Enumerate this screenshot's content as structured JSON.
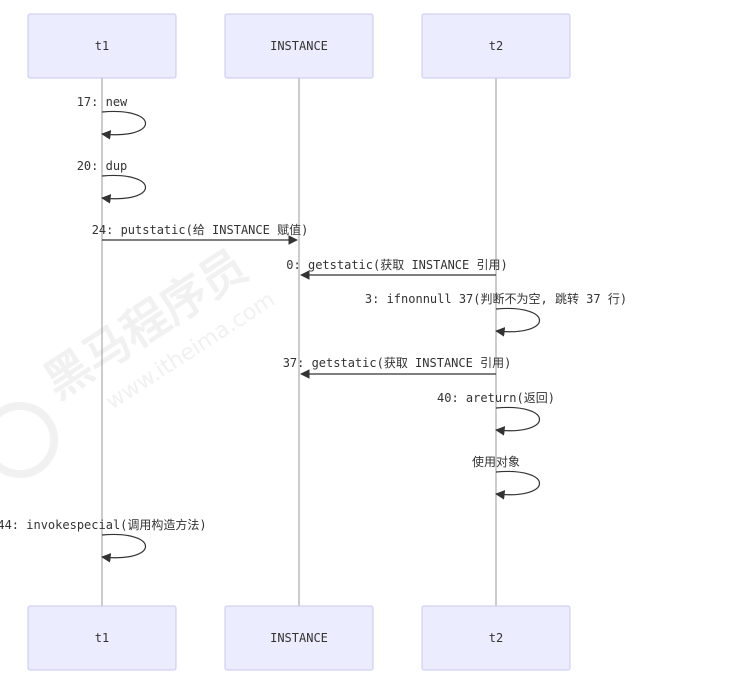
{
  "actors": {
    "t1": "t1",
    "instance": "INSTANCE",
    "t2": "t2"
  },
  "messages": [
    {
      "from": "t1",
      "to": "t1",
      "label": "17: new"
    },
    {
      "from": "t1",
      "to": "t1",
      "label": "20: dup"
    },
    {
      "from": "t1",
      "to": "instance",
      "label": "24: putstatic(给 INSTANCE 赋值)"
    },
    {
      "from": "t2",
      "to": "instance",
      "label": "0: getstatic(获取 INSTANCE 引用)"
    },
    {
      "from": "t2",
      "to": "t2",
      "label": "3: ifnonnull 37(判断不为空, 跳转 37 行)"
    },
    {
      "from": "t2",
      "to": "instance",
      "label": "37: getstatic(获取 INSTANCE 引用)"
    },
    {
      "from": "t2",
      "to": "t2",
      "label": "40: areturn(返回)"
    },
    {
      "from": "t2",
      "to": "t2",
      "label": "使用对象"
    },
    {
      "from": "t1",
      "to": "t1",
      "label": "44: invokespecial(调用构造方法)"
    }
  ],
  "watermark": {
    "brand": "黑马程序员",
    "url": "www.itheima.com"
  }
}
